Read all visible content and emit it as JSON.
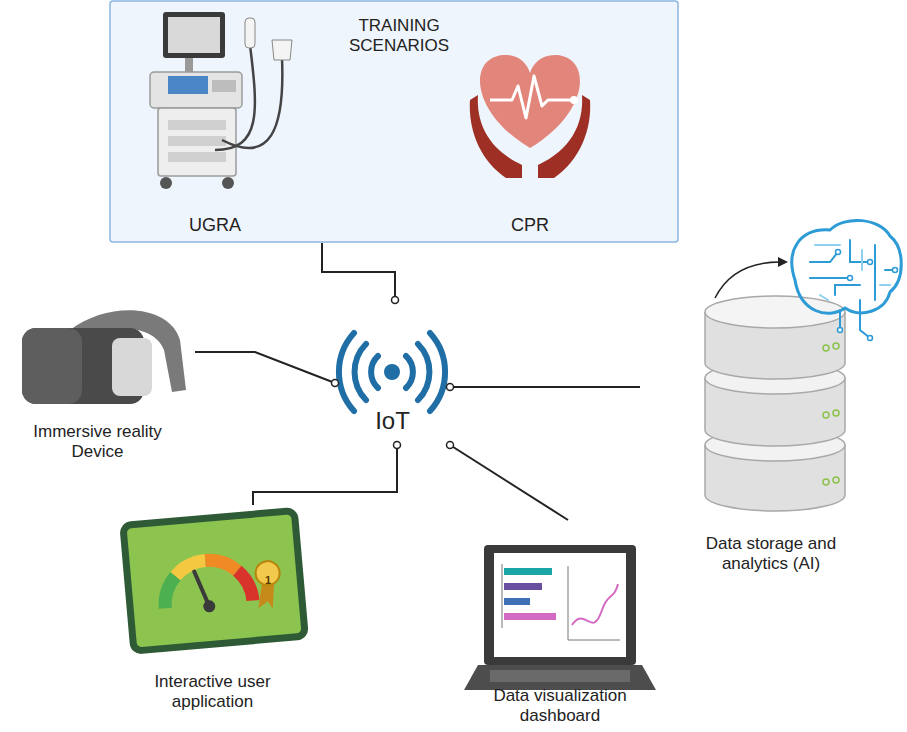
{
  "diagram": {
    "nodes": [
      {
        "text": [
          "TRAINING SCENARIOS"
        ]
      },
      {
        "text": [
          "UGRA"
        ],
        "in": 0
      },
      {
        "text": [
          "CPR"
        ],
        "in": 0
      },
      {
        "text": [
          "IoT"
        ]
      },
      {
        "text": [
          "Immersive reality Device"
        ]
      },
      {
        "text": [
          "Interactive user application"
        ]
      },
      {
        "text": [
          "Data visualization dashboard"
        ]
      },
      {
        "text": [
          "Data storage and analytics (AI)"
        ]
      }
    ],
    "edges": [
      {
        "from": 0,
        "to": 3,
        "arrow": "none"
      },
      {
        "from": 4,
        "to": 3,
        "arrow": "none"
      },
      {
        "from": 5,
        "to": 3,
        "arrow": "none"
      },
      {
        "from": 6,
        "to": 3,
        "arrow": "none"
      },
      {
        "from": 7,
        "to": 3,
        "arrow": "none"
      }
    ],
    "labels": [
      "1"
    ]
  }
}
